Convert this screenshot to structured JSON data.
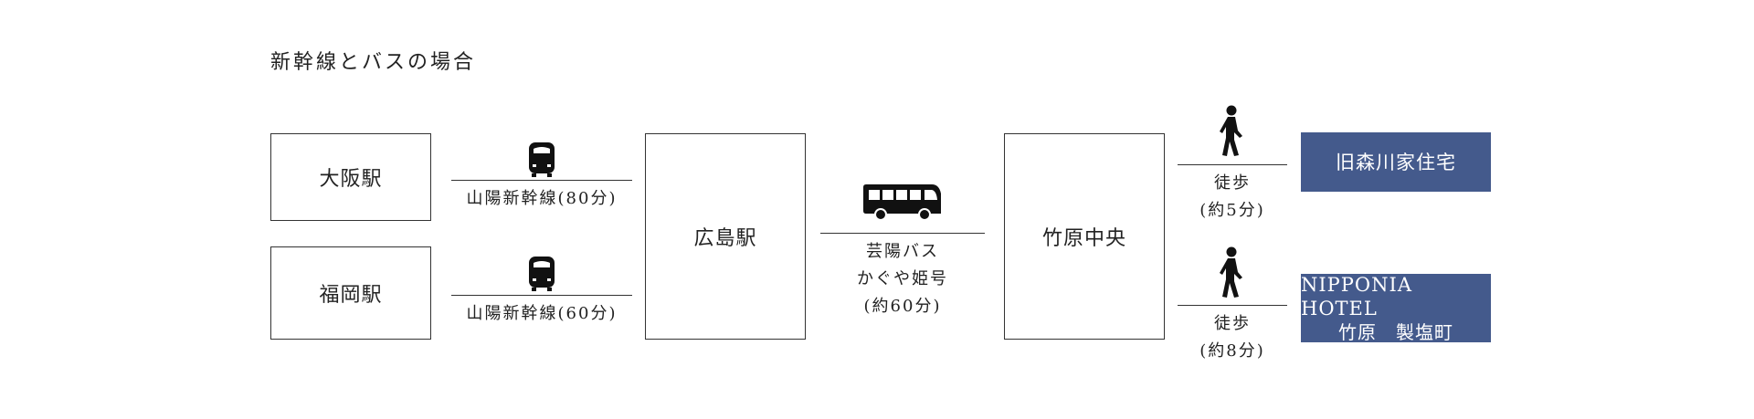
{
  "title": "新幹線とバスの場合",
  "stations": {
    "osaka": "大阪駅",
    "fukuoka": "福岡駅",
    "hiroshima": "広島駅",
    "takehara": "竹原中央"
  },
  "routes": {
    "shinkansen_osaka": "山陽新幹線(80分)",
    "shinkansen_fukuoka": "山陽新幹線(60分)",
    "bus_line1": "芸陽バス",
    "bus_line2": "かぐや姫号",
    "bus_line3": "(約60分)",
    "walk1_line1": "徒歩",
    "walk1_line2": "(約5分)",
    "walk2_line1": "徒歩",
    "walk2_line2": "(約8分)"
  },
  "destinations": {
    "morikawa": "旧森川家住宅",
    "nipponia_line1": "NIPPONIA　HOTEL",
    "nipponia_line2": "竹原　製塩町"
  },
  "icons": {
    "train": "shinkansen-icon",
    "bus": "bus-icon",
    "walk": "walking-person-icon"
  },
  "colors": {
    "destination_bg": "#445a8c",
    "line": "#333333"
  }
}
